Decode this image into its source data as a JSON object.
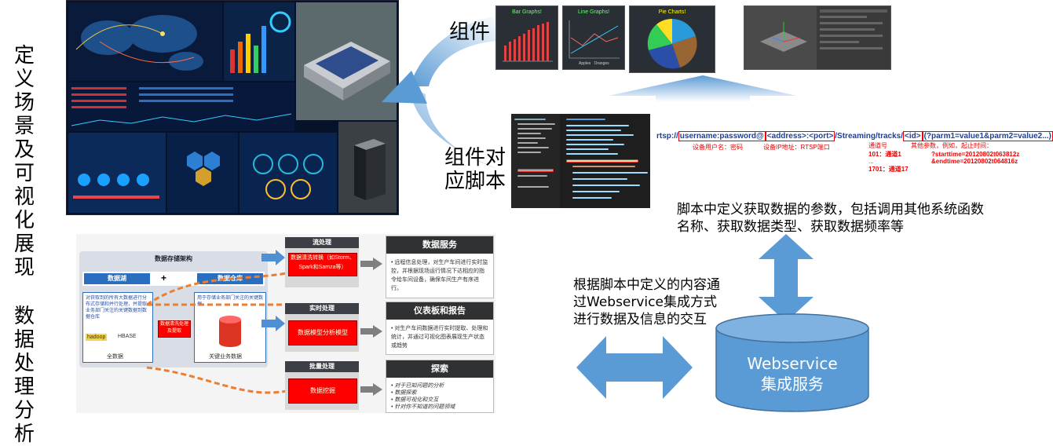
{
  "left_labels": {
    "scene": [
      "定义",
      "场景",
      "及可",
      "视化",
      "展现"
    ],
    "data": [
      "数据",
      "处理",
      "分析"
    ]
  },
  "components_label": "组件",
  "script_label": [
    "组件对",
    "应脚本"
  ],
  "comp_charts": {
    "bar_title": "Bar Graphs!",
    "line_title": "Line Graphs!",
    "pie_title": "Pie Charts!",
    "legend_a": "Apples",
    "legend_b": "Oranges"
  },
  "rtsp": {
    "prefix": "rtsp://",
    "user": "username:password@",
    "address": "<address>:<port>",
    "mid": "/Streaming/tracks/",
    "id": "<id>",
    "params": "(?parm1=value1&parm2=value2...)",
    "sub_user": "设备用户名：密码",
    "sub_addr": "设备IP地址：RTSP端口",
    "sub_ch_title": "通道号",
    "sub_ch1": "101：通道1",
    "sub_dots": "...",
    "sub_ch17": "1701：通道17",
    "sub_param_title": "其他参数，例如，起止时间：",
    "sub_start": "?starttime=20120802t063812z",
    "sub_end": "&endtime=20120802t064816z"
  },
  "script_note": [
    "脚本中定义获取数据的参数，包括调用其他系统函数",
    "名称、获取数据类型、获取数据频率等"
  ],
  "webservice_note": [
    "根据脚本中定义的内容通",
    "过Webservice集成方式",
    "进行数据及信息的交互"
  ],
  "webservice_cylinder": [
    "Webservice",
    "集成服务"
  ],
  "dp": {
    "arch_title": "数据存储架构",
    "lake": "数据湖",
    "plus": "+",
    "warehouse": "数据仓库",
    "lake_desc": "对获取到的所有大数据进行分布式存储和并行处理，并提取业务部门关注的关键数据到数据仓库",
    "hadoop": "hadoop",
    "hbase": "HBASE",
    "all_data": "全数据",
    "wh_desc": "用于存储业务部门关注的关键数据",
    "key_data": "关键业务数据",
    "mid_red": "数据清洗处理及提取",
    "stream": "流处理",
    "stream_red": "数据清洗转换（如Storm、Spark和Samza等）",
    "realtime": "实时处理",
    "realtime_red": "数据模型分析模型",
    "batch": "批量处理",
    "batch_red": "数据挖掘",
    "svc_title": "数据服务",
    "svc_text": "• 远程信息处理，对生产车间进行实时监控，并根据现场运行情况下达相应的指令给车间设备，确保车间生产有序进行。",
    "dash_title": "仪表板和报告",
    "dash_text": "• 对生产车间数据进行实时提取、处理和统计，并通过可视化图表展现生产状态或趋势",
    "explore_title": "探索",
    "explore_items": [
      "• 对于已知问题的分析",
      "• 数据探索",
      "• 数据可视化和交互",
      "• 针对你不知道的问题领域"
    ]
  },
  "colors": {
    "blue_arrow": "#5b9bd5",
    "cylinder": "#5b9bd5",
    "red": "#ff0000",
    "orange": "#ed7d31"
  }
}
